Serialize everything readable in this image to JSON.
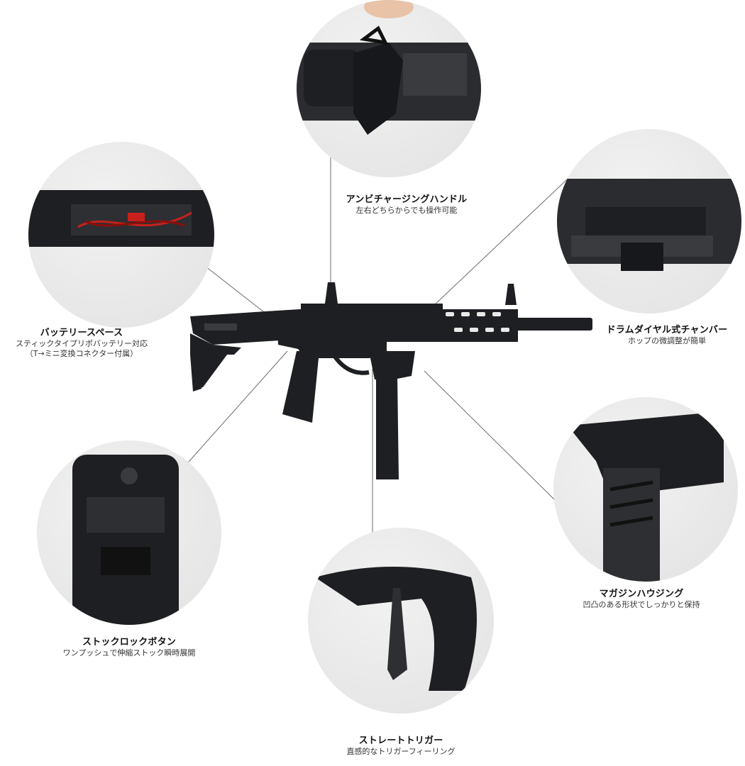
{
  "features": {
    "charging_handle": {
      "title": "アンビチャージングハンドル",
      "desc": [
        "左右どちらからでも操作可能"
      ]
    },
    "battery_space": {
      "title": "バッテリースペース",
      "desc": [
        "スティックタイプリポバッテリー対応",
        "（T→ミニ変換コネクター付属）"
      ]
    },
    "hop_chamber": {
      "title": "ドラムダイヤル式チャンバー",
      "desc": [
        "ホップの微調整が簡単"
      ]
    },
    "stock_lock": {
      "title": "ストックロックボタン",
      "desc": [
        "ワンプッシュで伸縮ストック瞬時展開"
      ]
    },
    "magazine_housing": {
      "title": "マガジンハウジング",
      "desc": [
        "凹凸のある形状でしっかりと保持"
      ]
    },
    "trigger": {
      "title": "ストレートトリガー",
      "desc": [
        "直感的なトリガーフィーリング"
      ]
    }
  },
  "colors": {
    "bubble_bg": "#e9e9e9",
    "metal_dark": "#1e1f22",
    "metal_mid": "#3a3b3f",
    "leader_line": "#6b6b6b",
    "wire_red": "#c8201b"
  },
  "icons": {
    "rifle": "rifle-illustration",
    "charging_handle": "charging-handle-closeup",
    "battery": "battery-compartment-closeup",
    "chamber": "hop-chamber-closeup",
    "stock_lock": "stock-lock-closeup",
    "magazine": "magazine-housing-closeup",
    "trigger": "trigger-closeup"
  }
}
